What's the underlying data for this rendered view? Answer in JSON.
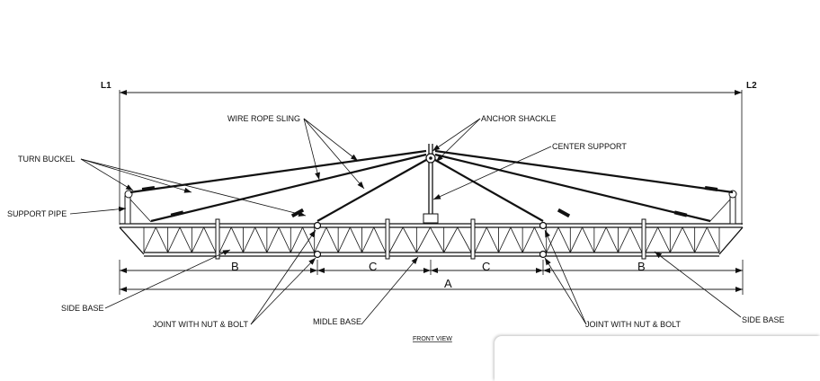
{
  "labels": {
    "l1": "L1",
    "l2": "L2",
    "wire_rope_sling": "WIRE ROPE SLING",
    "anchor_shackle": "ANCHOR SHACKLE",
    "center_support": "CENTER SUPPORT",
    "turn_buckel": "TURN BUCKEL",
    "support_pipe": "SUPPORT PIPE",
    "side_base_left": "SIDE BASE",
    "side_base_right": "SIDE BASE",
    "joint_left": "JOINT WITH NUT & BOLT",
    "joint_right": "JOINT WITH NUT & BOLT",
    "midle_base": "MIDLE BASE",
    "front_view": "FRONT VIEW"
  },
  "dimensions": {
    "b_left": "B",
    "c_left": "C",
    "c_right": "C",
    "b_right": "B",
    "a": "A"
  }
}
